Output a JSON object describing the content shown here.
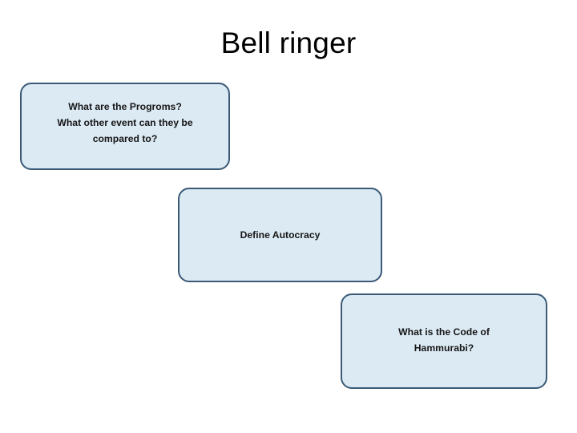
{
  "slide": {
    "title": "Bell ringer",
    "background_color": "#ffffff",
    "title_color": "#000000"
  },
  "style": {
    "box_fill_color": "#dceaf4",
    "box_border_color": "#3a5a77",
    "box_text_color": "#161616"
  },
  "boxes": [
    {
      "id": "pogroms",
      "text": "What are the Progroms?\nWhat other event can they be\ncompared to?"
    },
    {
      "id": "autocracy",
      "text": "Define Autocracy"
    },
    {
      "id": "hammurabi",
      "text": "What is the Code of\nHammurabi?"
    }
  ]
}
